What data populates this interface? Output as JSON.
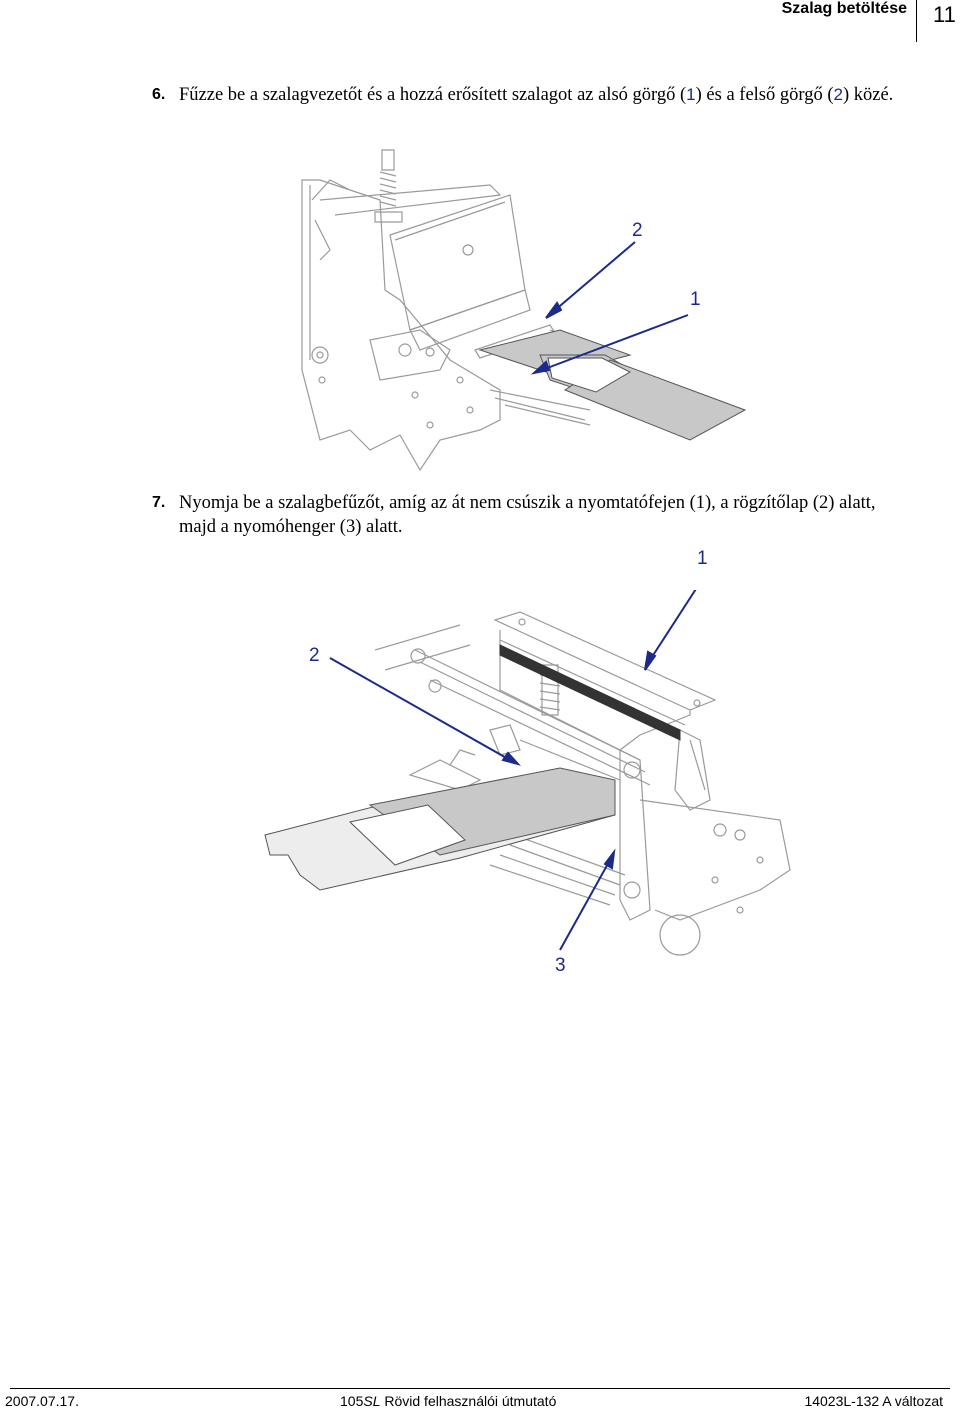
{
  "header": {
    "section_title": "Szalag betöltése",
    "page_number": "11"
  },
  "steps": [
    {
      "number": "6.",
      "parts": [
        "Fűzze be a szalagvezetőt és a hozzá erősített szalagot az alsó görgő (",
        "1",
        ") és a felső görgő (",
        "2",
        ") közé."
      ]
    },
    {
      "number": "7.",
      "text": "Nyomja be a szalagbefűzőt, amíg az át nem csúszik a nyomtatófejen (1), a rögzítőlap (2) alatt, majd a nyomóhenger (3) alatt."
    }
  ],
  "figure1": {
    "callouts": [
      "2",
      "1"
    ]
  },
  "figure2": {
    "callouts": [
      "1",
      "2",
      "3"
    ]
  },
  "footer": {
    "date": "2007.07.17.",
    "model": "105",
    "model_suffix": "SL",
    "guide_title": "Rövid felhasználói útmutató",
    "doc_id": "14023L-132 A változat"
  },
  "colors": {
    "callout": "#1c2a8a",
    "line_art": "#9a9a9a",
    "ribbon": "#c8c8c8"
  }
}
